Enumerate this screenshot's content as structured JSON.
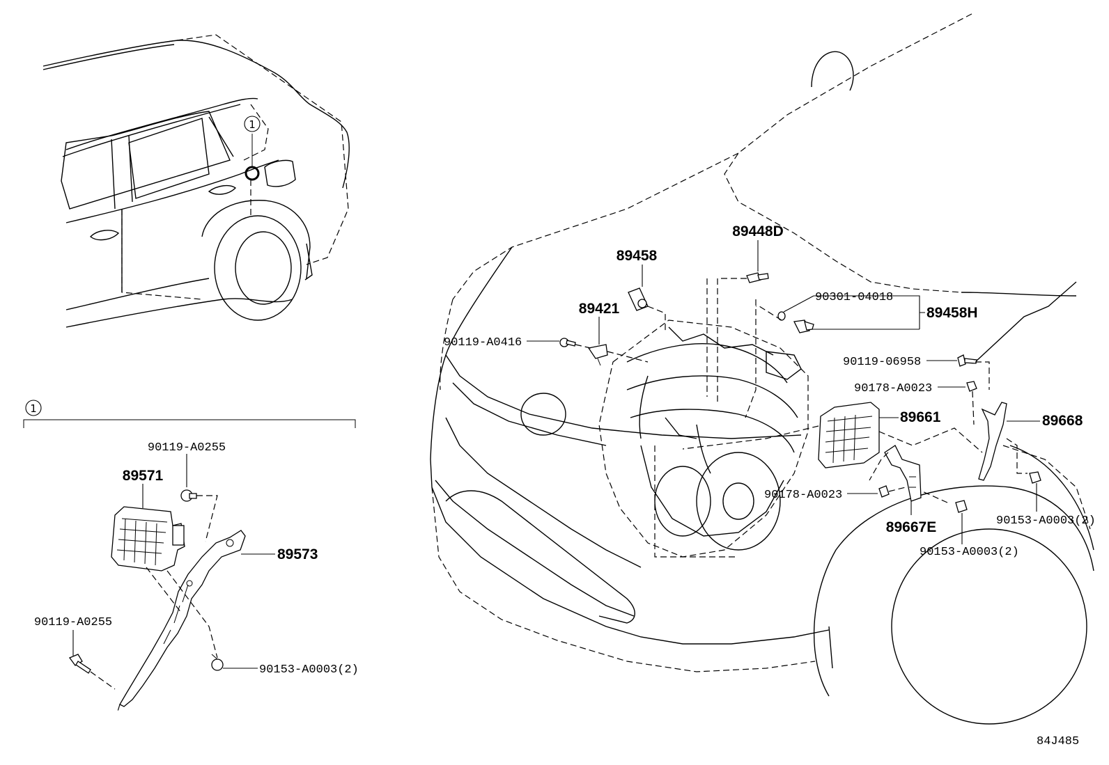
{
  "diagram": {
    "callout_number": "1",
    "detail_marker": "1",
    "parts": {
      "p89448D": "89448D",
      "p89458": "89458",
      "p89421": "89421",
      "p90301": "90301-04018",
      "p89458H": "89458H",
      "p90119_A0416": "90119-A0416",
      "p90119_06958": "90119-06958",
      "p90178_A0023_top": "90178-A0023",
      "p89661": "89661",
      "p89668": "89668",
      "p90178_A0023_mid": "90178-A0023",
      "p89667E": "89667E",
      "p90153_right": "90153-A0003(2)",
      "p90153_center": "90153-A0003(2)",
      "p90119_A0255_top": "90119-A0255",
      "p89571": "89571",
      "p89573": "89573",
      "p90119_A0255_left": "90119-A0255",
      "p90153_left": "90153-A0003(2)"
    },
    "figure_code": "84J485"
  }
}
